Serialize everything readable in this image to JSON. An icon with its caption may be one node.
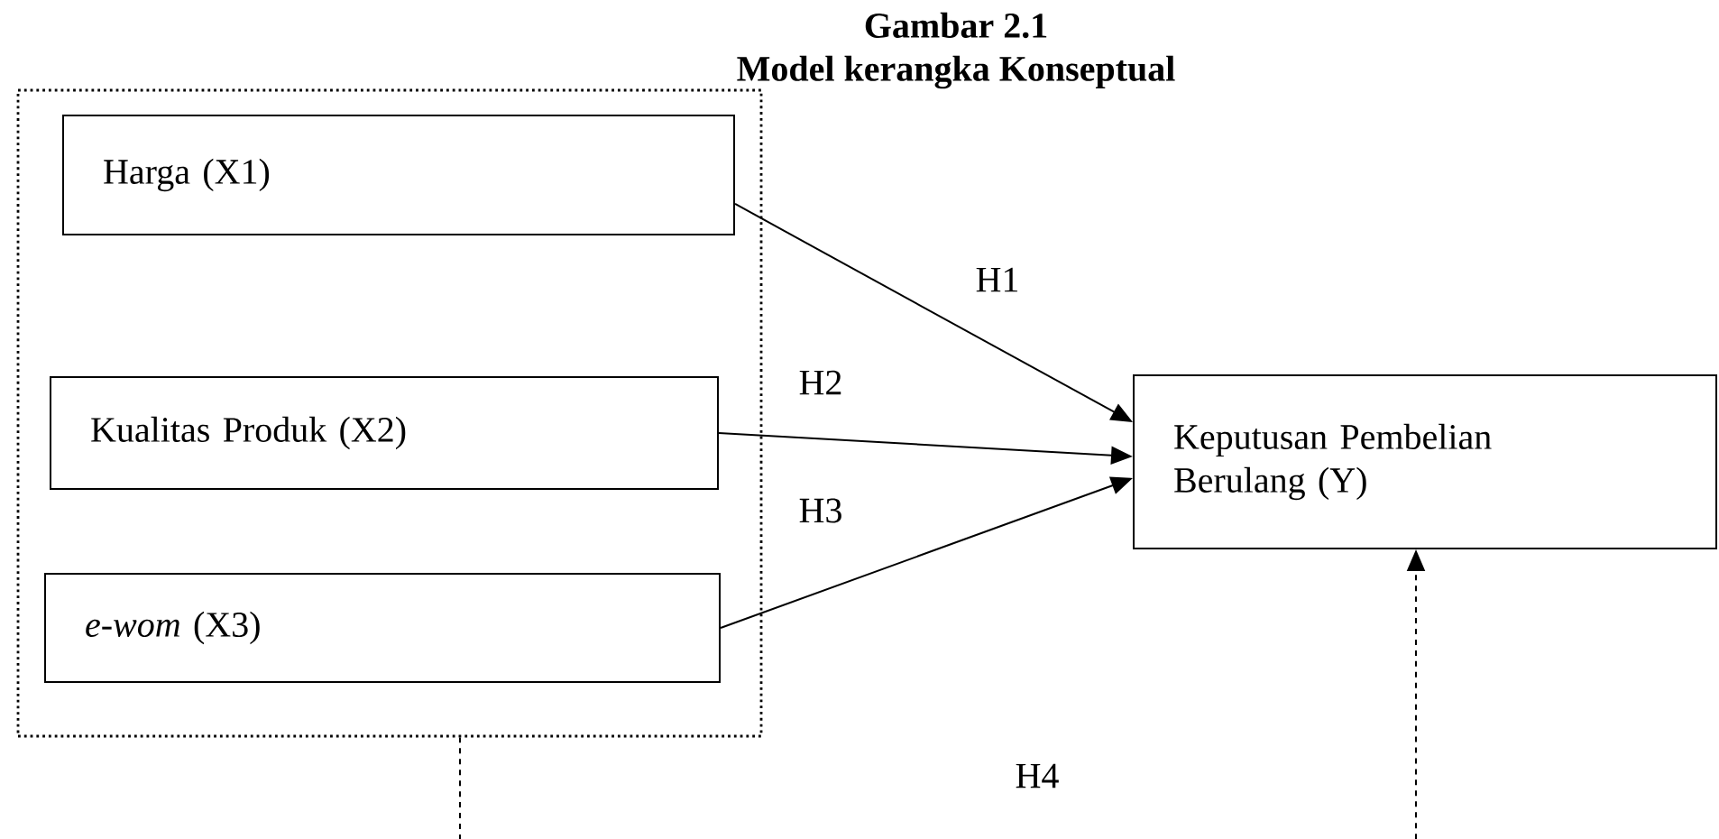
{
  "diagram": {
    "title": "Model kerangka Konseptual",
    "nodes": [
      {
        "text": [],
        "shape": "box"
      },
      {
        "text": [
          "Harga (X1)"
        ],
        "in": 0
      },
      {
        "text": [
          "Kualitas Produk (X2)"
        ],
        "in": 0
      },
      {
        "text": [
          "*e-wom* (X3)"
        ],
        "in": 0
      },
      {
        "text": [
          "Keputusan Pembelian Berulang (Y)"
        ]
      }
    ],
    "edges": [
      {
        "from": 1,
        "to": 4,
        "arrow": "to",
        "label": "H1"
      },
      {
        "from": 2,
        "to": 4,
        "arrow": "to",
        "label": "H2"
      },
      {
        "from": 3,
        "to": 4,
        "arrow": "to",
        "label": "H3"
      },
      {
        "from": 0,
        "to": 4,
        "arrow": "to",
        "label": "H4",
        "style": "dashed"
      }
    ],
    "labels": [
      "Gambar 2.1"
    ]
  }
}
